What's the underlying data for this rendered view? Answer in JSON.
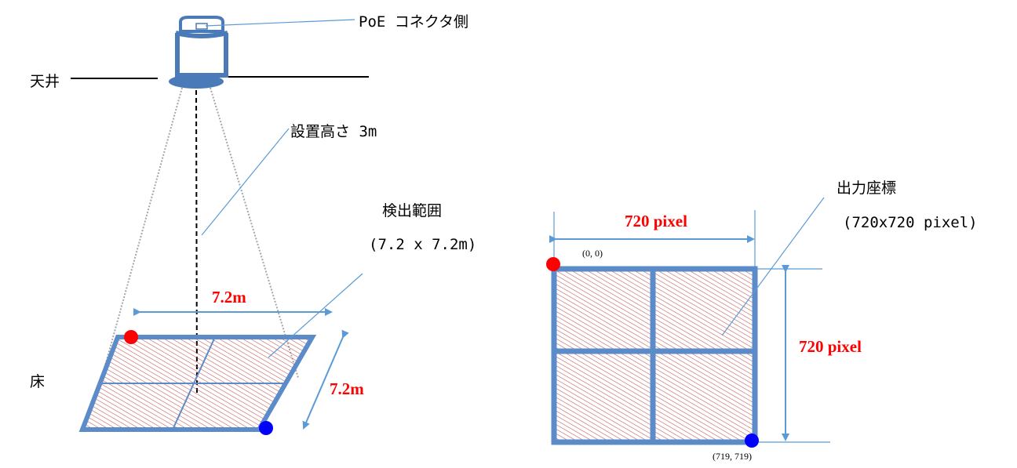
{
  "labels": {
    "poe_connector_side": "PoE コネクタ側",
    "ceiling": "天井",
    "install_height": "設置高さ 3m",
    "detection_range": "検出範囲",
    "detection_range_size": "(7.2 x 7.2m)",
    "floor": "床",
    "width_meters": "7.2m",
    "depth_meters": "7.2m",
    "output_coordinates": "出力座標",
    "output_coordinates_size": "(720x720 pixel)",
    "grid_width_pixels": "720 pixel",
    "grid_height_pixels": "720 pixel",
    "origin_coordinate": "(0, 0)",
    "end_coordinate": "(719, 719)"
  },
  "colors": {
    "frame_blue": "#5b8cc9",
    "leader_blue": "#5b9bd5",
    "hatch_red": "#c0504d",
    "origin_marker": "#ff0000",
    "end_marker": "#0000ff",
    "dimension_red": "#ff0000"
  }
}
